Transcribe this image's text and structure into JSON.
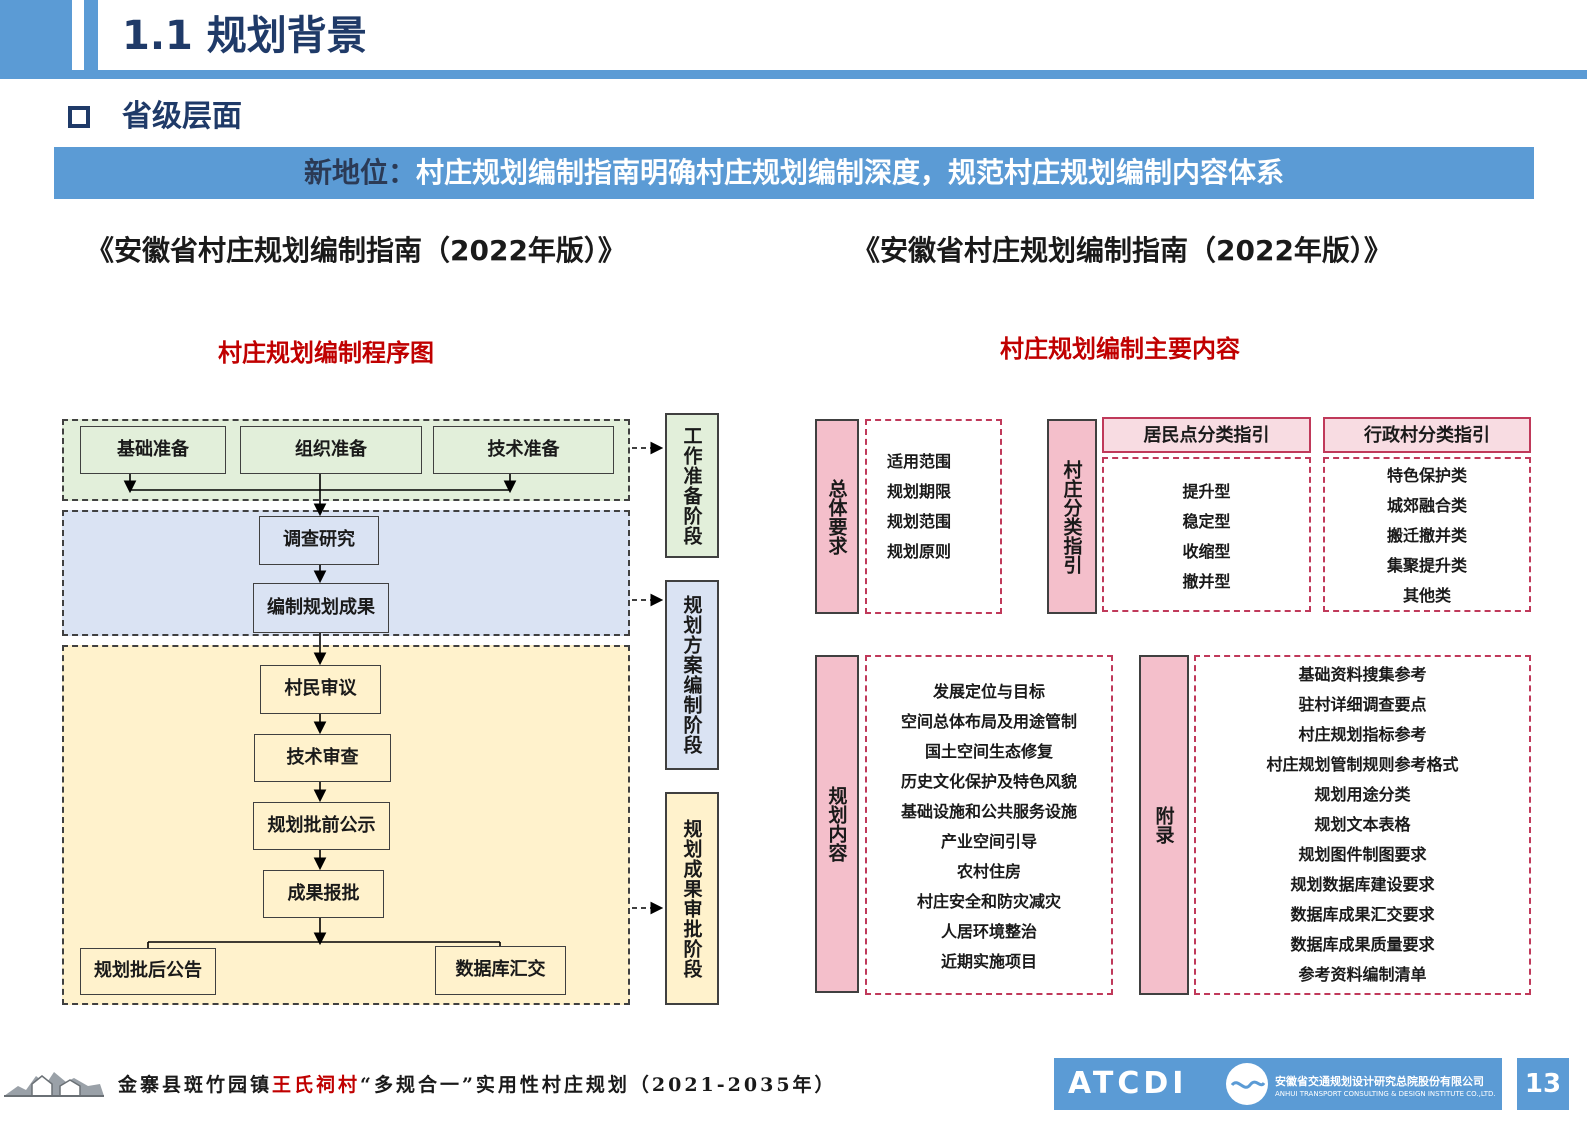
{
  "header": {
    "title": "1.1 规划背景"
  },
  "section": {
    "title": "省级层面"
  },
  "banner": {
    "key": "新地位：",
    "text": "村庄规划编制指南明确村庄规划编制深度，规范村庄规划编制内容体系"
  },
  "left": {
    "doc_title": "《安徽省村庄规划编制指南（2022年版）》",
    "diagram_title": "村庄规划编制程序图",
    "prep": [
      "基础准备",
      "组织准备",
      "技术准备"
    ],
    "steps": [
      "调查研究",
      "编制规划成果",
      "村民审议",
      "技术审查",
      "规划批前公示",
      "成果报批"
    ],
    "final": [
      "规划批后公告",
      "数据库汇交"
    ],
    "stages": [
      "工作准备阶段",
      "规划方案编制阶段",
      "规划成果审批阶段"
    ]
  },
  "right": {
    "doc_title": "《安徽省村庄规划编制指南（2022年版）》",
    "diagram_title": "村庄规划编制主要内容",
    "general": {
      "label": "总体要求",
      "items": [
        "适用范围",
        "规划期限",
        "规划范围",
        "规划原则"
      ]
    },
    "classification": {
      "label": "村庄分类指引",
      "resident": {
        "title": "居民点分类指引",
        "items": [
          "提升型",
          "稳定型",
          "收缩型",
          "撤并型"
        ]
      },
      "admin": {
        "title": "行政村分类指引",
        "items": [
          "特色保护类",
          "城郊融合类",
          "搬迁撤并类",
          "集聚提升类",
          "其他类"
        ]
      }
    },
    "content": {
      "label": "规划内容",
      "items": [
        "发展定位与目标",
        "空间总体布局及用途管制",
        "国土空间生态修复",
        "历史文化保护及特色风貌",
        "基础设施和公共服务设施",
        "产业空间引导",
        "农村住房",
        "村庄安全和防灾减灾",
        "人居环境整治",
        "近期实施项目"
      ]
    },
    "appendix": {
      "label": "附录",
      "items": [
        "基础资料搜集参考",
        "驻村详细调查要点",
        "村庄规划指标参考",
        "村庄规划管制规则参考格式",
        "规划用途分类",
        "规划文本表格",
        "规划图件制图要求",
        "规划数据库建设要求",
        "数据库成果汇交要求",
        "数据库成果质量要求",
        "参考资料编制清单"
      ]
    }
  },
  "footer": {
    "text_a": "金寨县斑竹园镇",
    "text_red": "王氏祠村",
    "text_b": "“多规合一”实用性村庄规划（2021-2035年）",
    "logo_mark": "ATCDI",
    "company_cn": "安徽省交通规划设计研究总院股份有限公司",
    "company_en": "ANHUI TRANSPORT CONSULTING & DESIGN INSTITUTE CO.,LTD.",
    "page": "13"
  },
  "colors": {
    "accent": "#5b9bd5",
    "title_navy": "#1f3a68",
    "red": "#c00000",
    "pink": "#f4bfcb",
    "green_stage": "#e2efda",
    "blue_stage": "#dae3f3",
    "yellow_stage": "#fff2cc"
  }
}
